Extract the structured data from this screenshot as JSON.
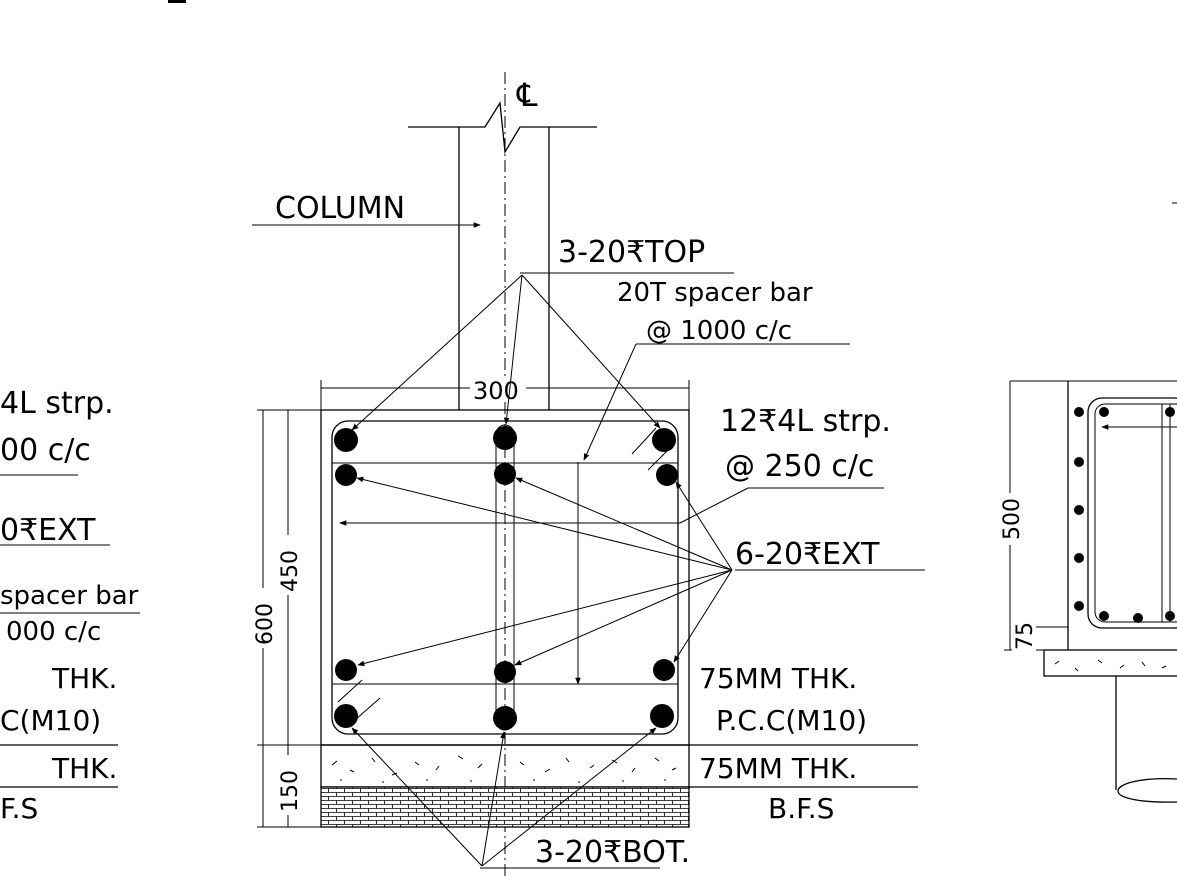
{
  "labels": {
    "centerline": "℄",
    "column": "COLUMN",
    "top_bars": "3-20₹TOP",
    "spacer_bar": "20T spacer bar",
    "spacer_spacing": "@ 1000 c/c",
    "stirrup": "12₹4L strp.",
    "stirrup_spacing": "@ 250 c/c",
    "ext_bars": "6-20₹EXT",
    "pcc_thk": "75MM THK.",
    "pcc": "P.C.C(M10)",
    "bfs_thk": "75MM THK.",
    "bfs": "B.F.S",
    "bot_bars": "3-20₹BOT.",
    "width_dim": "300",
    "depth_dim": "600",
    "inner_dim": "450",
    "base_dim": "150"
  },
  "left_partial": {
    "stirrup": "4L strp.",
    "stirrup_spacing": "00 c/c",
    "ext": "0₹EXT",
    "spacer": "spacer bar",
    "spacer_spacing": "000 c/c",
    "thk1": "THK.",
    "pcc": "C(M10)",
    "thk2": "THK.",
    "bfs": "F.S"
  },
  "right_partial": {
    "depth_dim": "500",
    "cover_dim": "75"
  }
}
